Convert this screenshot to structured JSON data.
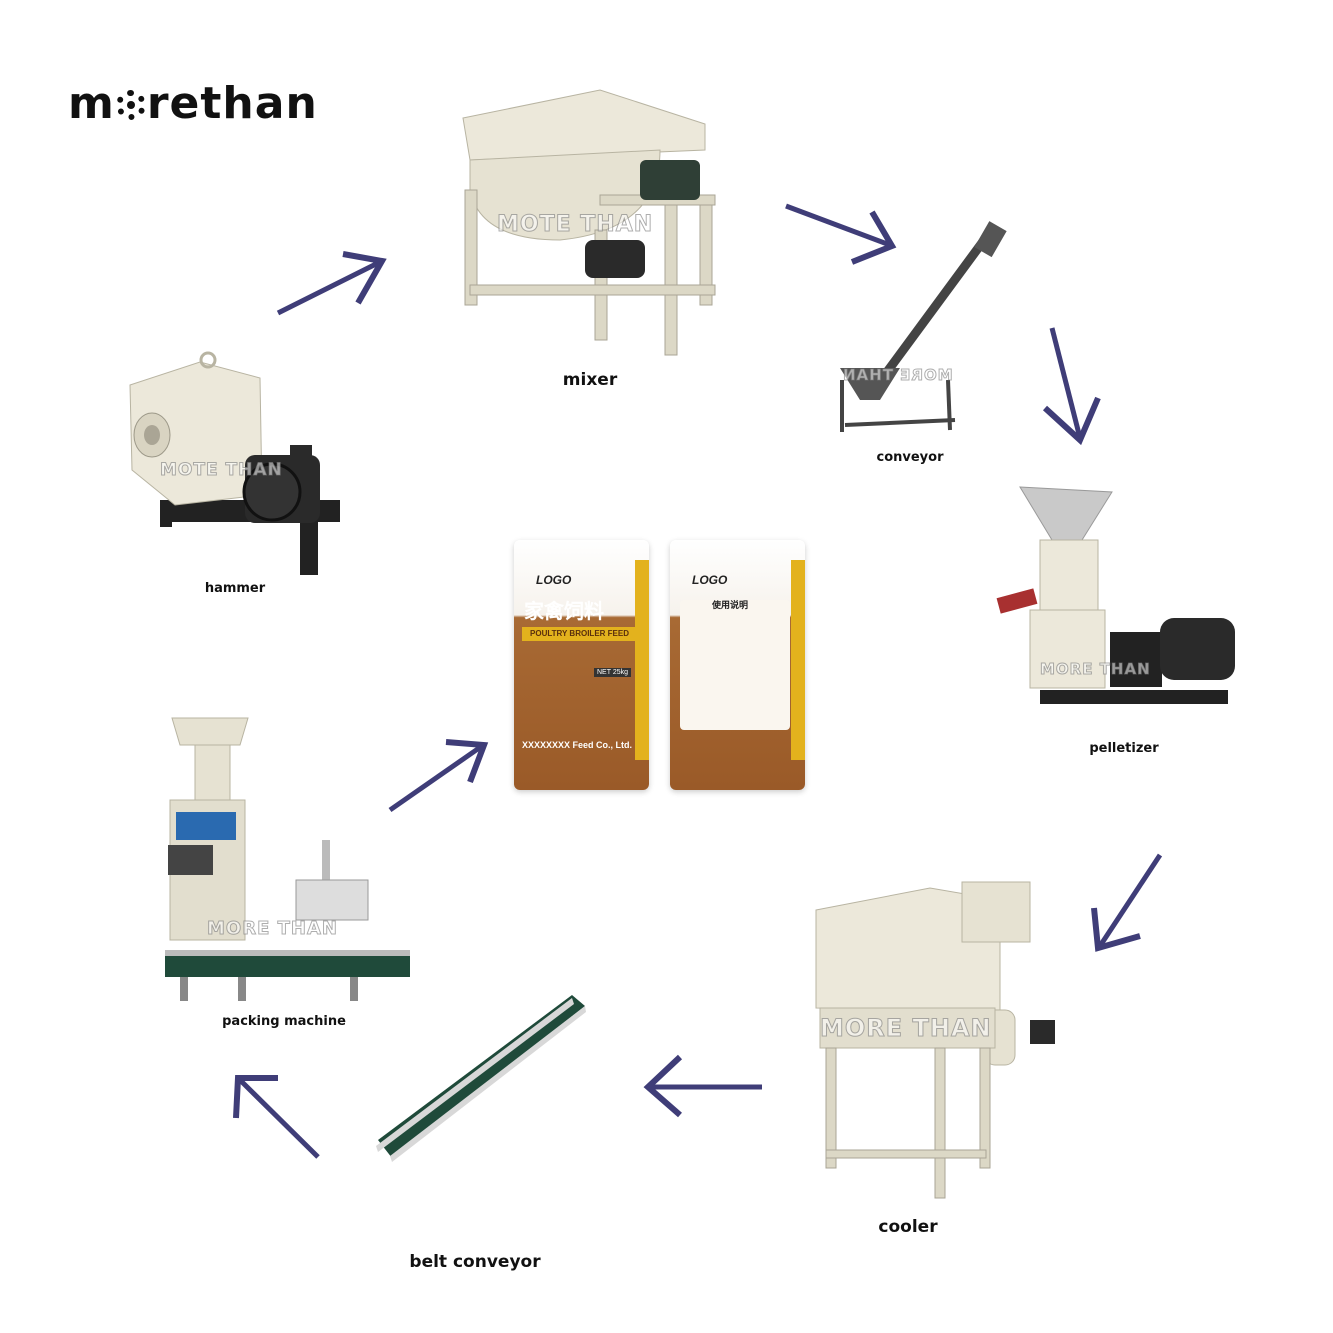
{
  "brand": {
    "name_left": "m",
    "name_right": "rethan"
  },
  "watermarks": {
    "hammer": "MOTE THAN",
    "mixer": "MOTE THAN",
    "conveyor": "MORE THAN",
    "pelletizer": "MORE THAN",
    "cooler": "MORE THAN",
    "packing": "MORE THAN"
  },
  "steps": {
    "hammer": "hammer",
    "mixer": "mixer",
    "conveyor": "conveyor",
    "pelletizer": "pelletizer",
    "cooler": "cooler",
    "belt_conveyor": "belt conveyor",
    "packing_machine": "packing machine"
  },
  "product": {
    "bag1_logo": "LOGO",
    "bag1_cn": "家禽饲料",
    "bag1_name": "POULTRY BROILER FEED",
    "bag1_net": "NET 25kg",
    "bag1_company": "XXXXXXXX Feed Co., Ltd.",
    "bag2_logo": "LOGO",
    "bag2_title": "使用说明"
  },
  "colors": {
    "arrow": "#3f3d78",
    "machine": "#ece8da",
    "frame": "#dcd8c6",
    "motor": "#2a2a2a",
    "belt": "#1f4a3a"
  }
}
